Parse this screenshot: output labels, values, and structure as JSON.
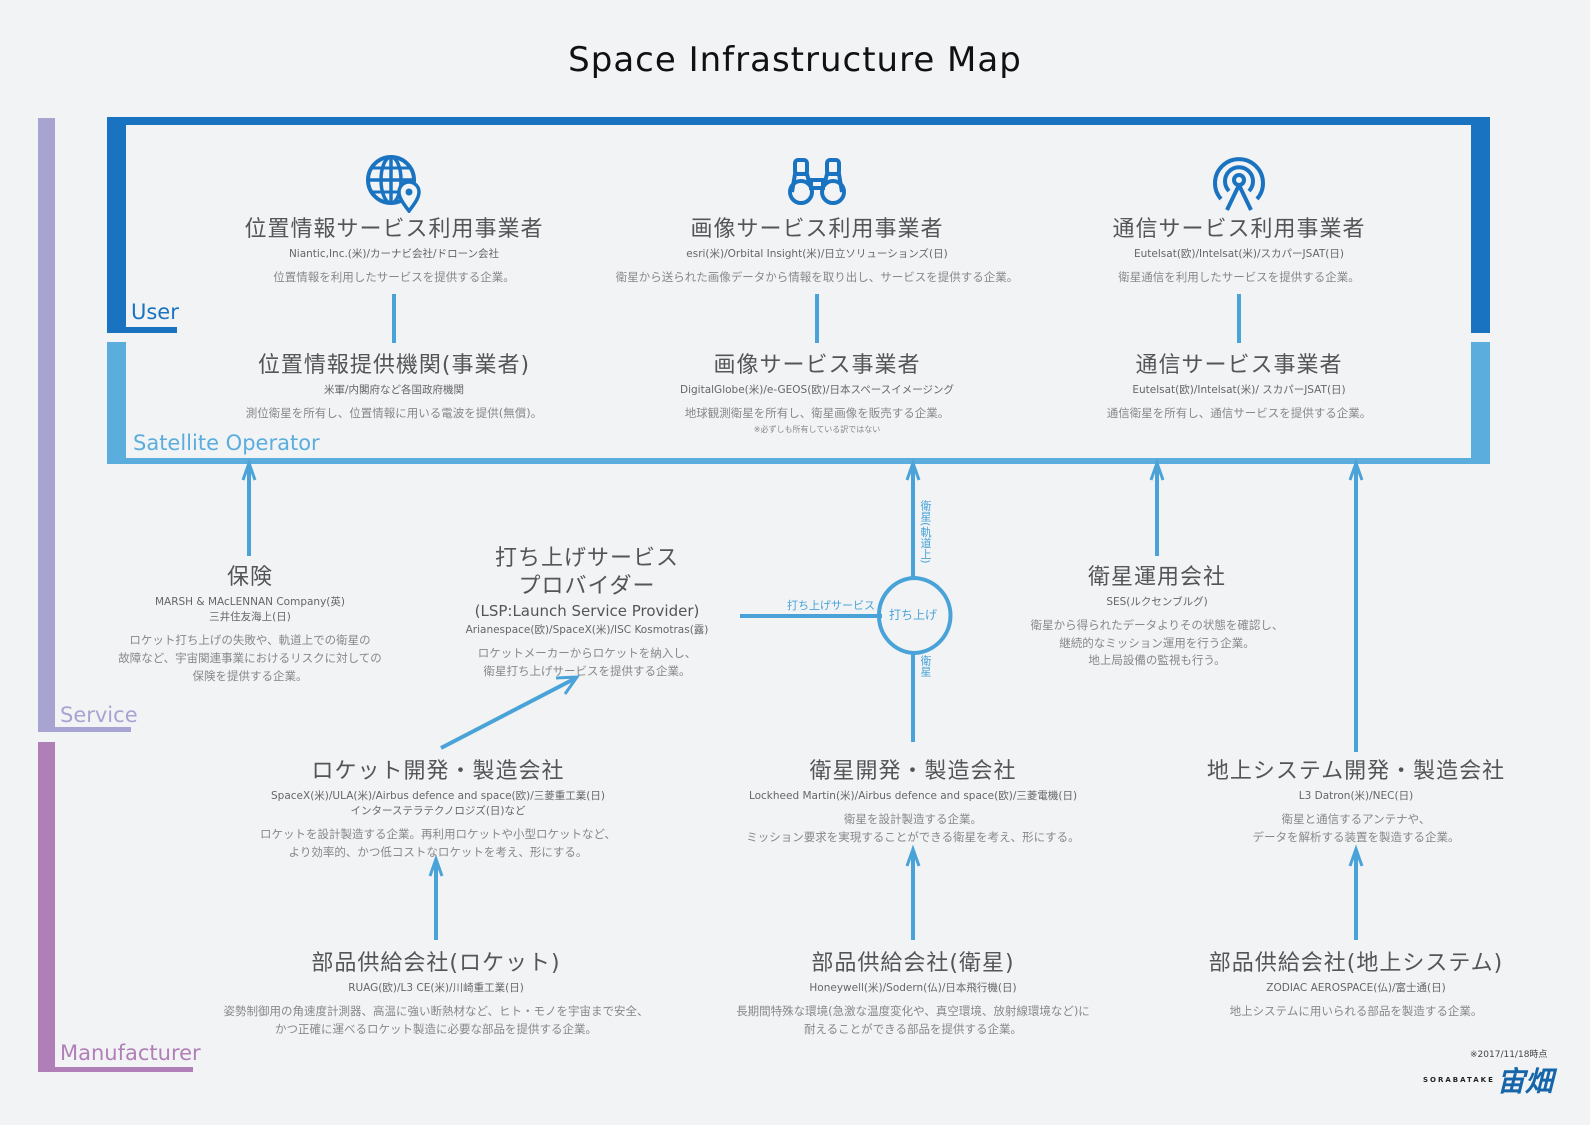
{
  "title": "Space Infrastructure Map",
  "layers": {
    "user": "User",
    "satellite_operator": "Satellite Operator",
    "service": "Service",
    "manufacturer": "Manufacturer"
  },
  "icons": {
    "globe": "globe-location-icon",
    "binoculars": "binoculars-icon",
    "antenna": "broadcast-antenna-icon"
  },
  "colors": {
    "user_blue": "#1a73c1",
    "operator_blue": "#5badde",
    "service_purple": "#a8a4d2",
    "manufacturer_purple": "#b07fb8",
    "arrow_blue": "#4aa3d8"
  },
  "user": [
    {
      "title": "位置情報サービス利用事業者",
      "companies": "Niantic,Inc.(米)/カーナビ会社/ドローン会社",
      "desc": "位置情報を利用したサービスを提供する企業。"
    },
    {
      "title": "画像サービス利用事業者",
      "companies": "esri(米)/Orbital Insight(米)/日立ソリューションズ(日)",
      "desc": "衛星から送られた画像データから情報を取り出し、サービスを提供する企業。"
    },
    {
      "title": "通信サービス利用事業者",
      "companies": "Eutelsat(欧)/Intelsat(米)/スカパーJSAT(日)",
      "desc": "衛星通信を利用したサービスを提供する企業。"
    }
  ],
  "operator": [
    {
      "title": "位置情報提供機関(事業者)",
      "companies": "米軍/内閣府など各国政府機関",
      "desc": "測位衛星を所有し、位置情報に用いる電波を提供(無償)。"
    },
    {
      "title": "画像サービス事業者",
      "companies": "DigitalGlobe(米)/e-GEOS(欧)/日本スペースイメージング",
      "desc": "地球観測衛星を所有し、衛星画像を販売する企業。",
      "note": "※必ずしも所有している訳ではない"
    },
    {
      "title": "通信サービス事業者",
      "companies": "Eutelsat(欧)/Intelsat(米)/ スカパーJSAT(日)",
      "desc": "通信衛星を所有し、通信サービスを提供する企業。"
    }
  ],
  "service": {
    "insurance": {
      "title": "保険",
      "companies1": "MARSH & MAcLENNAN Company(英)",
      "companies2": "三井住友海上(日)",
      "desc1": "ロケット打ち上げの失敗や、軌道上での衛星の",
      "desc2": "故障など、宇宙関連事業におけるリスクに対しての",
      "desc3": "保険を提供する企業。"
    },
    "lsp": {
      "title1": "打ち上げサービス",
      "title2": "プロバイダー",
      "subtitle": "(LSP:Launch Service Provider)",
      "companies": "Arianespace(欧)/SpaceX(米)/ISC Kosmotras(露)",
      "desc1": "ロケットメーカーからロケットを納入し、",
      "desc2": "衛星打ち上げサービスを提供する企業。"
    },
    "satop": {
      "title": "衛星運用会社",
      "companies": "SES(ルクセンブルグ)",
      "desc1": "衛星から得られたデータよりその状態を確認し、",
      "desc2": "継続的なミッション運用を行う企業。",
      "desc3": "地上局設備の監視も行う。"
    },
    "launch_label": "打ち上げ",
    "launch_service_label": "打ち上げサービス",
    "orbit_label": "衛星(軌道上)",
    "satellite_label": "衛星"
  },
  "manufacturer": {
    "rocket": {
      "title": "ロケット開発・製造会社",
      "companies1": "SpaceX(米)/ULA(米)/Airbus defence and space(欧)/三菱重工業(日)",
      "companies2": "インターステラテクノロジズ(日)など",
      "desc1": "ロケットを設計製造する企業。再利用ロケットや小型ロケットなど、",
      "desc2": "より効率的、かつ低コストなロケットを考え、形にする。"
    },
    "satellite": {
      "title": "衛星開発・製造会社",
      "companies": "Lockheed Martin(米)/Airbus defence and space(欧)/三菱電機(日)",
      "desc1": "衛星を設計製造する企業。",
      "desc2": "ミッション要求を実現することができる衛星を考え、形にする。"
    },
    "ground": {
      "title": "地上システム開発・製造会社",
      "companies": "L3 Datron(米)/NEC(日)",
      "desc1": "衛星と通信するアンテナや、",
      "desc2": "データを解析する装置を製造する企業。"
    },
    "parts_rocket": {
      "title": "部品供給会社(ロケット)",
      "companies": "RUAG(欧)/L3 CE(米)/川崎重工業(日)",
      "desc1": "姿勢制御用の角速度計測器、高温に強い断熱材など、ヒト・モノを宇宙まで安全、",
      "desc2": "かつ正確に運べるロケット製造に必要な部品を提供する企業。"
    },
    "parts_satellite": {
      "title": "部品供給会社(衛星)",
      "companies": "Honeywell(米)/Sodern(仏)/日本飛行機(日)",
      "desc1": "長期間特殊な環境(急激な温度変化や、真空環境、放射線環境など)に",
      "desc2": "耐えることができる部品を提供する企業。"
    },
    "parts_ground": {
      "title": "部品供給会社(地上システム)",
      "companies": "ZODIAC AEROSPACE(仏)/富士通(日)",
      "desc1": "地上システムに用いられる部品を製造する企業。"
    }
  },
  "footer": {
    "note": "※2017/11/18時点",
    "logo_small": "SORABATAKE",
    "logo_big": "宙畑"
  }
}
